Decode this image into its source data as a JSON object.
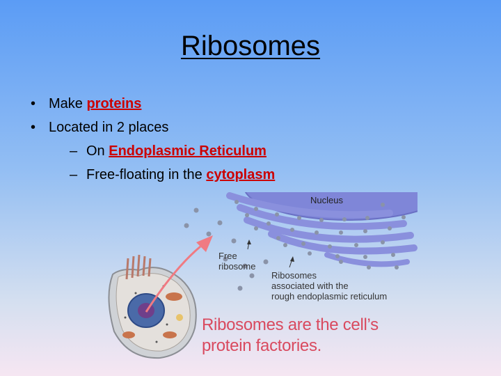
{
  "slide": {
    "title": "Ribosomes",
    "bullets": [
      {
        "mark": "•",
        "pre": "Make ",
        "term": "proteins",
        "post": ""
      },
      {
        "mark": "•",
        "pre": "Located in 2 places",
        "term": "",
        "post": ""
      }
    ],
    "sub_bullets": [
      {
        "mark": "–",
        "pre": "On ",
        "term": "Endoplasmic Reticulum"
      },
      {
        "mark": "–",
        "pre": "Free-floating in the ",
        "term": "cytoplasm"
      }
    ]
  },
  "figure": {
    "nucleus_label": "Nucleus",
    "free_label_line1": "Free",
    "free_label_line2": "ribosome",
    "assoc_label_line1": "Ribosomes",
    "assoc_label_line2": "associated with the",
    "assoc_label_line3": "rough endoplasmic reticulum",
    "caption_line1": "Ribosomes are the cell’s",
    "caption_line2": "protein factories."
  },
  "colors": {
    "term": "#cc0000",
    "caption": "#d94a5f",
    "er_fill": "#7f86d8",
    "ribosome": "#8a93a8"
  }
}
